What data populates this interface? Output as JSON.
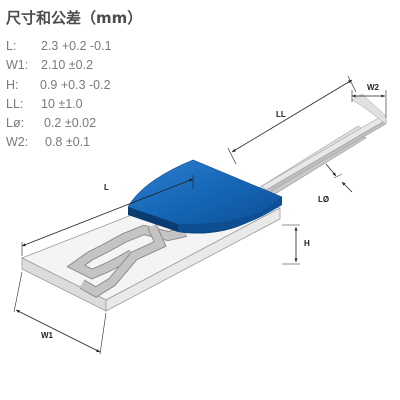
{
  "title": "尺寸和公差（mm）",
  "specs": [
    {
      "label": "L:",
      "value": "2.3 +0.2 -0.1"
    },
    {
      "label": "W1:",
      "value": "2.10 ±0.2"
    },
    {
      "label": "H:",
      "value": "0.9 +0.3 -0.2"
    },
    {
      "label": "LL:",
      "value": "10 ±1.0"
    },
    {
      "label": "Lø:",
      "value": "0.2 ±0.02"
    },
    {
      "label": "W2:",
      "value": "0.8 ±0.1"
    }
  ],
  "dimension_labels": {
    "L": "L",
    "W1": "W1",
    "H": "H",
    "LL": "LL",
    "L_diameter": "LØ",
    "W2": "W2"
  },
  "colors": {
    "text": "#4d4d4d",
    "spec_text": "#7a7a7a",
    "cap": "#1565b5",
    "substrate": "#f2f2f2",
    "trace": "#bdbdbd"
  }
}
